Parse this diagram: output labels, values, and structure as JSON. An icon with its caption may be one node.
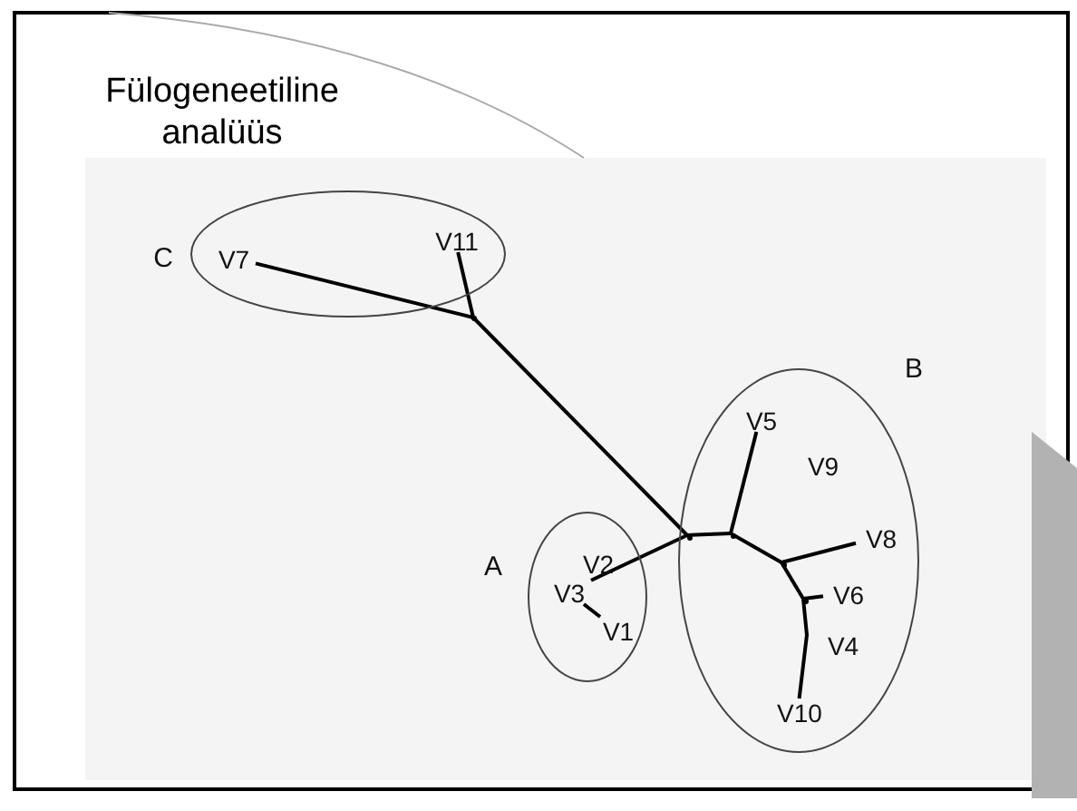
{
  "diagram": {
    "title": "Fülogeneetiline analüüs",
    "nodes": [
      {
        "text": [
          "C"
        ]
      },
      {
        "text": [
          "V7"
        ],
        "in": 0
      },
      {
        "text": [
          "V11"
        ],
        "in": 0
      },
      {
        "text": [
          "B"
        ]
      },
      {
        "text": [
          "V5"
        ],
        "in": 3
      },
      {
        "text": [
          "V9"
        ],
        "in": 3
      },
      {
        "text": [
          "V8"
        ],
        "in": 3
      },
      {
        "text": [
          "V6"
        ],
        "in": 3
      },
      {
        "text": [
          "V4"
        ],
        "in": 3
      },
      {
        "text": [
          "V10"
        ],
        "in": 3
      },
      {
        "text": [
          "A"
        ]
      },
      {
        "text": [
          "V2"
        ],
        "in": 10
      },
      {
        "text": [
          "V3"
        ],
        "in": 10
      },
      {
        "text": [
          "V1"
        ],
        "in": 10
      },
      {
        "text": [],
        "shape": "point"
      },
      {
        "text": [],
        "shape": "point",
        "in": 3
      },
      {
        "text": [],
        "shape": "point",
        "in": 3
      },
      {
        "text": [],
        "shape": "point",
        "in": 3
      },
      {
        "text": [],
        "shape": "point",
        "in": 3
      }
    ],
    "edges": [
      {
        "from": 14,
        "to": 1,
        "arrow": "none"
      },
      {
        "from": 14,
        "to": 2,
        "arrow": "none"
      },
      {
        "from": 14,
        "to": 15,
        "arrow": "none"
      },
      {
        "from": 15,
        "to": 12,
        "arrow": "none"
      },
      {
        "from": 12,
        "to": 13,
        "arrow": "none"
      },
      {
        "from": 15,
        "to": 16,
        "arrow": "none"
      },
      {
        "from": 16,
        "to": 4,
        "arrow": "none"
      },
      {
        "from": 16,
        "to": 17,
        "arrow": "none"
      },
      {
        "from": 17,
        "to": 6,
        "arrow": "none"
      },
      {
        "from": 17,
        "to": 18,
        "arrow": "none"
      },
      {
        "from": 18,
        "to": 7,
        "arrow": "none"
      },
      {
        "from": 18,
        "to": 9,
        "arrow": "none"
      }
    ]
  }
}
